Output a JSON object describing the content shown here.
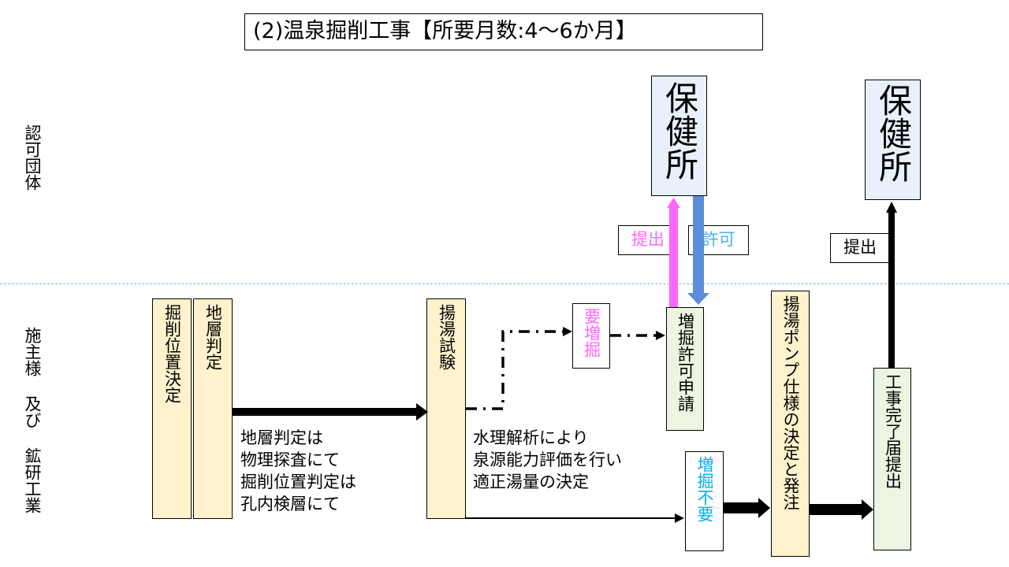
{
  "title": "(2)温泉掘削工事【所要月数:4〜6か月】",
  "lanes": {
    "authority": "認可団体",
    "client": "施主様 及び 鉱研工業"
  },
  "boxes": {
    "kussaku_ichi": "掘削位置決定",
    "chisou_hantei": "地層判定",
    "youtou_shiken": "揚湯試験",
    "you_zoukutsu": "要増掘",
    "zoukutsu_kyoka": "増掘許可申請",
    "zoukutsu_fuyou": "増掘不要",
    "pump": "揚湯ポンプ仕様の決定と発注",
    "kanryou": "工事完了届提出",
    "hokenjo_1": "保健所",
    "hokenjo_2": "保健所"
  },
  "labels": {
    "teishutsu_1": "提出",
    "kyoka": "許可",
    "teishutsu_2": "提出"
  },
  "notes": {
    "chisou": "地層判定は\n物理探査にて\n掘削位置判定は\n孔内検層にて",
    "suiri": "水理解析により\n泉源能力評価を行い\n適正湯量の決定"
  },
  "colors": {
    "cream": "#fff2cc",
    "green": "#ebf5e1",
    "blue_box": "#e8f1fb",
    "pink": "#ff66ff",
    "light_blue_text": "#4ab2e8",
    "cyan_text": "#00b0f0",
    "permit_arrow": "#5b8ed6"
  }
}
